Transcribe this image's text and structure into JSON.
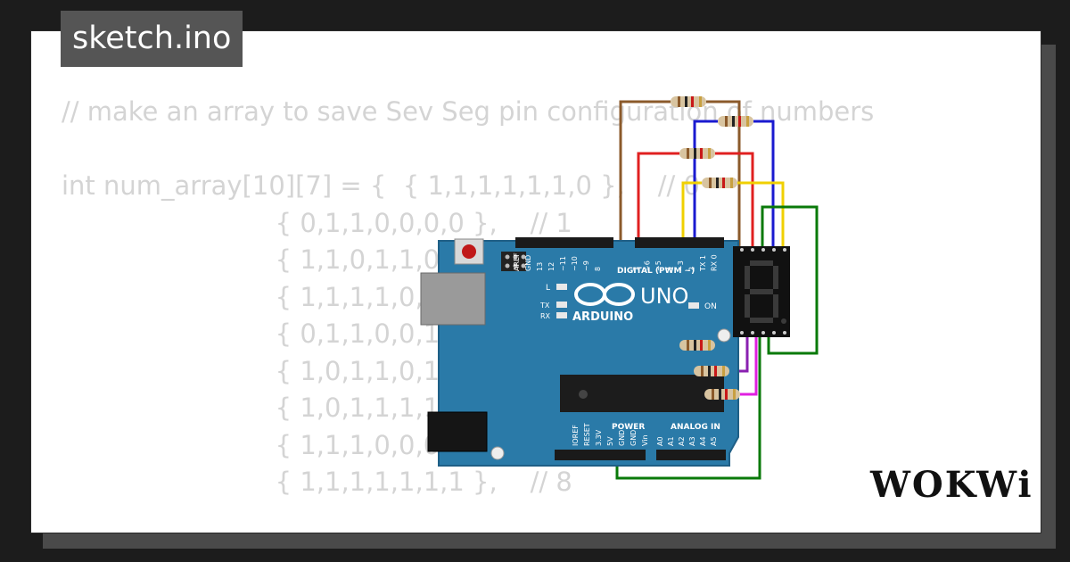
{
  "file_tab": {
    "label": "sketch.ino"
  },
  "code_lines": [
    "// make an array to save Sev Seg pin configuration of numbers",
    "",
    "int num_array[10][7] = {  { 1,1,1,1,1,1,0 },    // 0",
    "                          { 0,1,1,0,0,0,0 },    // 1",
    "                          { 1,1,0,1,1,0,1 },    // 2",
    "                          { 1,1,1,1,0,0,1 },    // 3",
    "                          { 0,1,1,0,0,1,1 },    // 4",
    "                          { 1,0,1,1,0,1,1 },    // 5",
    "                          { 1,0,1,1,1,1,1 },    // 6",
    "                          { 1,1,1,0,0,0,0 },    // 7",
    "                          { 1,1,1,1,1,1,1 },    // 8"
  ],
  "board": {
    "brand": "ARDUINO",
    "model": "UNO",
    "digital_label": "DIGITAL (PWM ~)",
    "power_label": "POWER",
    "analog_label": "ANALOG IN",
    "on_label": "ON",
    "l_label": "L",
    "tx_label": "TX",
    "rx_label": "RX",
    "top_pins": [
      "AREF",
      "GND",
      "13",
      "12",
      "~11",
      "~10",
      "~9",
      "8",
      "7",
      "~6",
      "~5",
      "4",
      "~3",
      "2",
      "TX 1",
      "RX 0"
    ],
    "power_pins": [
      "IOREF",
      "RESET",
      "3.3V",
      "5V",
      "GND",
      "GND",
      "Vin"
    ],
    "analog_pins": [
      "A0",
      "A1",
      "A2",
      "A3",
      "A4",
      "A5"
    ]
  },
  "logo": {
    "text": "WOKWi"
  },
  "colors": {
    "board_blue": "#2a7aa8",
    "wire_brown": "#8b5a2b",
    "wire_red": "#e02020",
    "wire_blue": "#1a1ad0",
    "wire_yellow": "#f0d000",
    "wire_green": "#0a7a0a",
    "wire_cyan": "#20e0f0",
    "wire_purple": "#8a20b0",
    "wire_magenta": "#e020e0"
  }
}
